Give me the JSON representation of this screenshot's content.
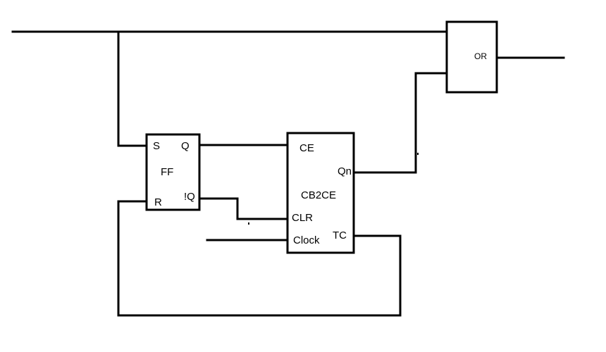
{
  "flipflop": {
    "name": "FF",
    "pin_s": "S",
    "pin_r": "R",
    "pin_q": "Q",
    "pin_qbar": "!Q"
  },
  "counter": {
    "name": "CB2CE",
    "pin_ce": "CE",
    "pin_clr": "CLR",
    "pin_clock": "Clock",
    "pin_qn": "Qn",
    "pin_tc": "TC"
  },
  "or_gate": {
    "name": "OR"
  },
  "colors": {
    "line": "#000000",
    "background": "#ffffff"
  }
}
